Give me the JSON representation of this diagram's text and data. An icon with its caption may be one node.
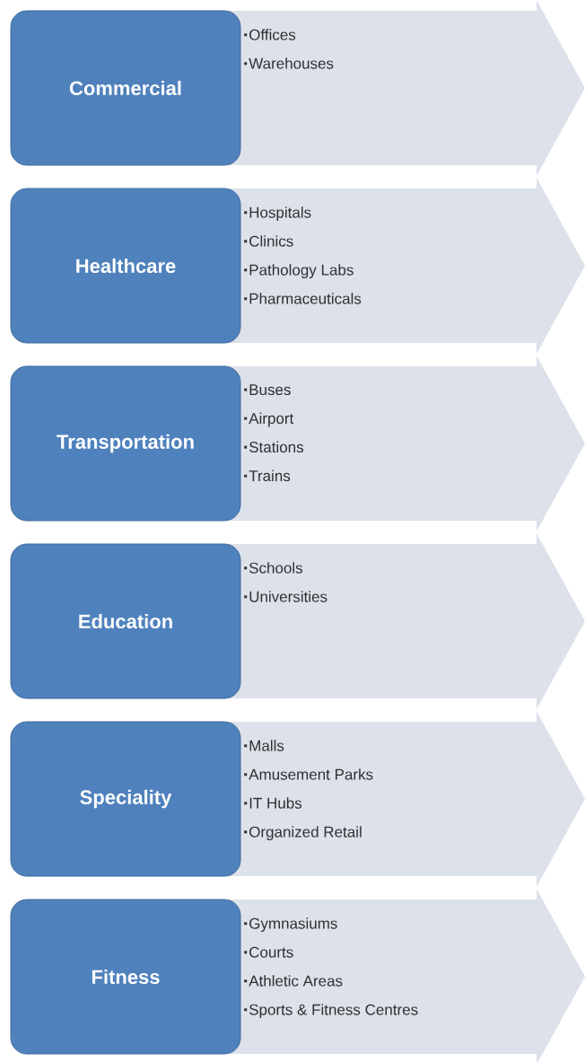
{
  "diagram": {
    "nodes": [
      {
        "text": [
          "Commercial"
        ]
      },
      {
        "text": [
          "Offices",
          "Warehouses"
        ]
      },
      {
        "text": [
          "Healthcare"
        ]
      },
      {
        "text": [
          "Hospitals",
          "Clinics",
          "Pathology Labs",
          "Pharmaceuticals"
        ]
      },
      {
        "text": [
          "Transportation"
        ]
      },
      {
        "text": [
          "Buses",
          "Airport",
          "Stations",
          "Trains"
        ]
      },
      {
        "text": [
          "Education"
        ]
      },
      {
        "text": [
          "Schools",
          "Universities"
        ]
      },
      {
        "text": [
          "Speciality"
        ]
      },
      {
        "text": [
          "Malls",
          "Amusement Parks",
          "IT Hubs",
          "Organized Retail"
        ]
      },
      {
        "text": [
          "Fitness"
        ]
      },
      {
        "text": [
          "Gymnasiums",
          "Courts",
          "Athletic Areas",
          "Sports & Fitness Centres"
        ]
      }
    ]
  }
}
